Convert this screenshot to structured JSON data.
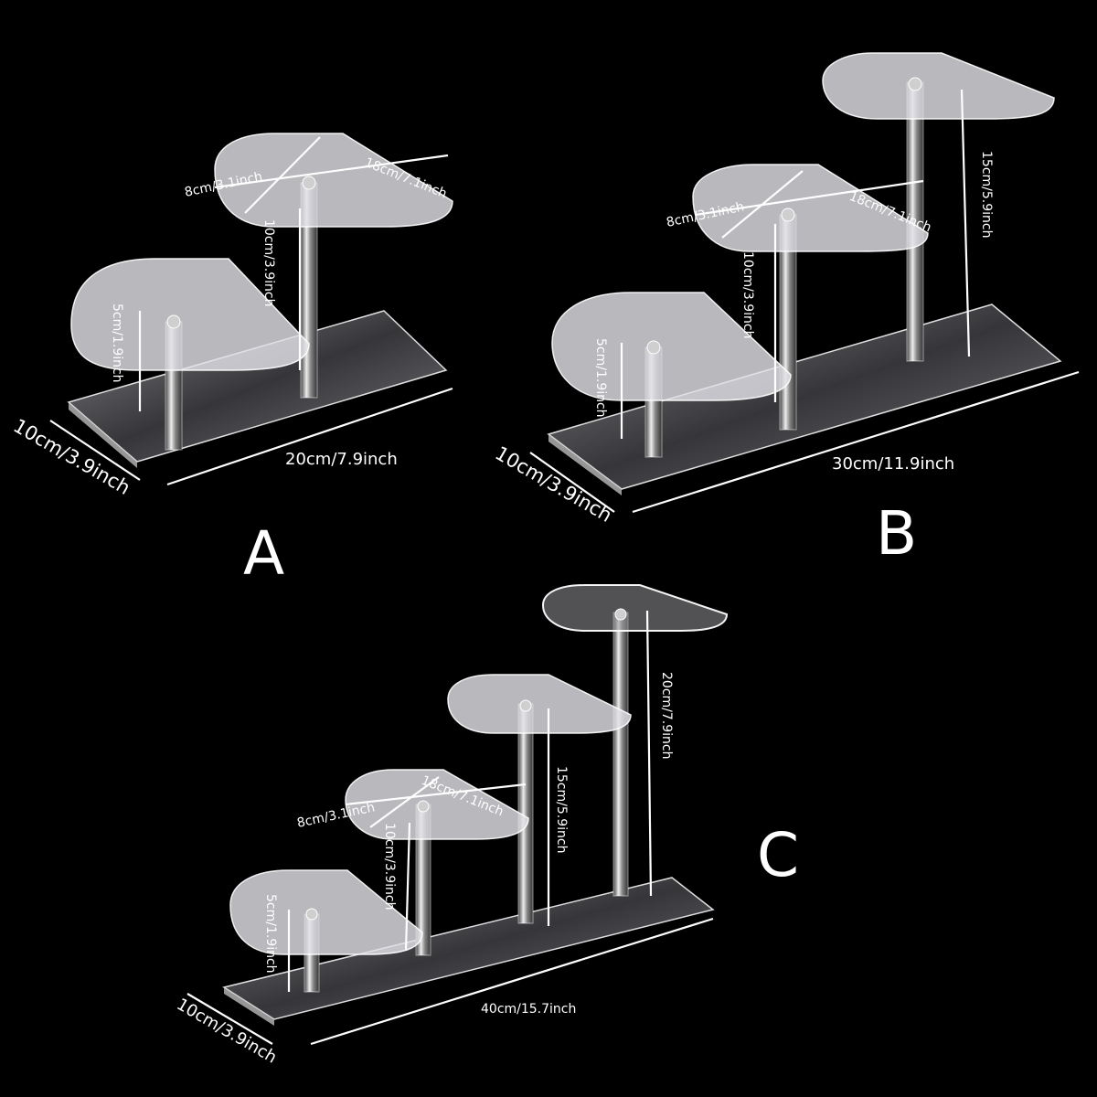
{
  "stands": [
    {
      "label": "A",
      "dims": {
        "depth": "8cm/3.1inch",
        "width": "18cm/7.1inch",
        "rod_tall": "10cm/3.9inch",
        "rod_short": "5cm/1.9inch",
        "base_depth": "10cm/3.9inch",
        "base_length": "20cm/7.9inch"
      }
    },
    {
      "label": "B",
      "dims": {
        "depth": "8cm/3.1inch",
        "width": "18cm/7.1inch",
        "rod_top": "15cm/5.9inch",
        "rod_mid": "10cm/3.9inch",
        "rod_short": "5cm/1.9inch",
        "base_depth": "10cm/3.9inch",
        "base_length": "30cm/11.9inch"
      }
    },
    {
      "label": "C",
      "dims": {
        "depth": "8cm/3.1inch",
        "width": "18cm/7.1inch",
        "rod_top": "20cm/7.9inch",
        "rod_upper": "15cm/5.9inch",
        "rod_mid": "10cm/3.9inch",
        "rod_short": "5cm/1.9inch",
        "base_depth": "10cm/3.9inch",
        "base_length": "40cm/15.7inch"
      }
    }
  ]
}
